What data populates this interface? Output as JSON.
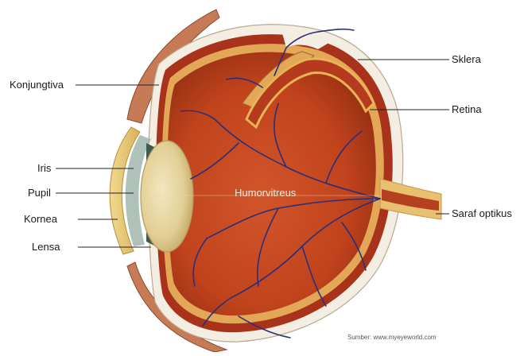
{
  "labels": {
    "konjungtiva": "Konjungtiva",
    "iris": "Iris",
    "pupil": "Pupil",
    "kornea": "Kornea",
    "lensa": "Lensa",
    "sklera": "Sklera",
    "retina": "Retina",
    "saraf_optikus": "Saraf optikus",
    "humor_vitreus": "Humorvitreus"
  },
  "source_credit": "Sumber: www.myeyeworld.com",
  "colors": {
    "sclera_white": "#f4ede2",
    "choroid_red": "#b33a1c",
    "vitreous_red": "#c5461f",
    "retina_yellow": "#e8b457",
    "lens_cream": "#e7d6a4",
    "vessel_blue": "#2a2f7a",
    "leader_line": "#222222"
  }
}
